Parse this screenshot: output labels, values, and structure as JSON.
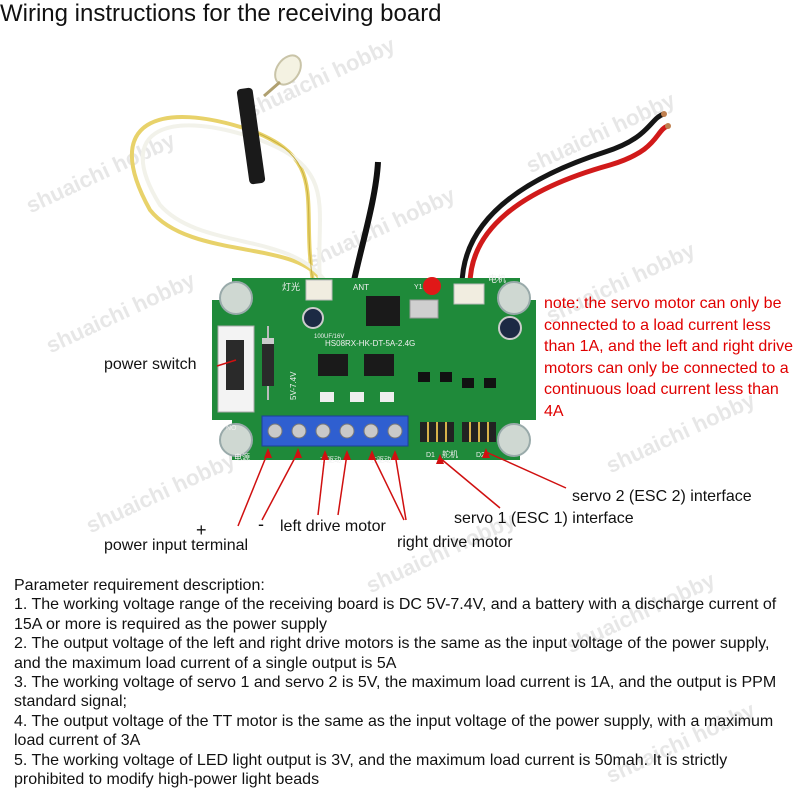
{
  "title": "Wiring instructions for the receiving board",
  "labels": {
    "power_switch": "power switch",
    "power_input": "power input terminal",
    "plus": "+",
    "minus": "-",
    "left_motor": "left drive motor",
    "right_motor": "right drive motor",
    "servo1": "servo 1 (ESC 1) interface",
    "servo2": "servo 2 (ESC 2) interface"
  },
  "note": "note: the servo motor can only be connected to a load current less than 1A, and the left and right drive motors can only be connected to a continuous load current less than 4A",
  "board": {
    "silk_model": "HS08RX-HK-DT-5A-2.4G",
    "silk_ant": "ANT",
    "silk_cap": "100UF/16V",
    "silk_vin": "5V-7.4V",
    "silk_light": "灯光",
    "silk_motor": "电机",
    "silk_servo": "舵机",
    "silk_power": "电源",
    "silk_drive_a": "左驱动",
    "silk_drive_b": "右驱动",
    "silk_no": "NO",
    "silk_y1": "Y1",
    "silk_d1": "D1",
    "silk_d2": "D2"
  },
  "watermark": "shuaichi hobby",
  "parameters": {
    "heading": "Parameter requirement description:",
    "items": [
      "1. The working voltage range of the receiving board is DC 5V-7.4V, and a battery with a discharge current of 15A or more is required as the power supply",
      "2. The output voltage of the left and right drive motors is the same as the input voltage of the power supply, and the maximum load current of a single output is 5A",
      "3. The working voltage of servo 1 and servo 2 is 5V, the maximum load current is 1A, and the output is PPM standard signal;",
      "4. The output voltage of the TT motor is the same as the input voltage of the power supply, with a maximum load current of 3A",
      "5. The working voltage of LED light output is 3V, and the maximum load current is 50mah. It is strictly prohibited to modify high-power light beads"
    ]
  },
  "colors": {
    "pcb": "#1f8a3a",
    "terminal": "#2f5fd0",
    "note": "#e00000",
    "arrow": "#d01010"
  }
}
